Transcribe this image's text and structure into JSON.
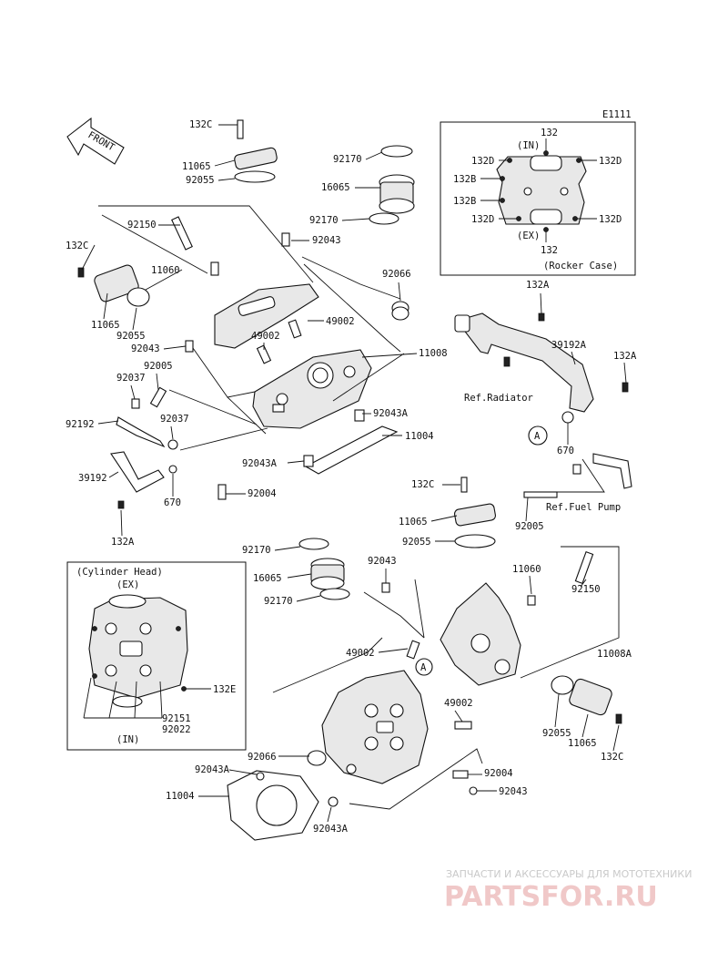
{
  "diagram_id": "E1111",
  "front_label": "FRONT",
  "rocker_case": {
    "title": "(Rocker Case)",
    "in_label": "(IN)",
    "ex_label": "(EX)",
    "labels": [
      "132",
      "132D",
      "132D",
      "132B",
      "132B",
      "132D",
      "132D",
      "132"
    ]
  },
  "cylinder_head_inset": {
    "title": "(Cylinder Head)",
    "ex_label": "(EX)",
    "in_label": "(IN)",
    "labels": [
      "132E",
      "92151",
      "92022"
    ]
  },
  "refs": {
    "radiator": "Ref.Radiator",
    "fuel_pump": "Ref.Fuel Pump"
  },
  "callout_a": "A",
  "part_labels": [
    "132C",
    "11065",
    "92055",
    "92170",
    "16065",
    "92170",
    "92150",
    "92043",
    "132C",
    "11060",
    "11065",
    "92055",
    "92066",
    "49002",
    "49002",
    "92043",
    "92005",
    "11008",
    "92037",
    "92192",
    "92037",
    "92043A",
    "11004",
    "92043A",
    "39192",
    "92004",
    "670",
    "132A",
    "132A",
    "39192A",
    "132A",
    "670",
    "132C",
    "11065",
    "92055",
    "92005",
    "92170",
    "16065",
    "92170",
    "92043",
    "11060",
    "92150",
    "11008A",
    "49002",
    "49002",
    "92055",
    "11065",
    "132C",
    "92066",
    "92043A",
    "11004",
    "92004",
    "92043",
    "92043A"
  ],
  "watermark": {
    "top": "ЗАПЧАСТИ И АКСЕССУАРЫ ДЛЯ МОТОТЕХНИКИ",
    "brand": "PARTSFOR.RU",
    "accent": "#e05050"
  }
}
